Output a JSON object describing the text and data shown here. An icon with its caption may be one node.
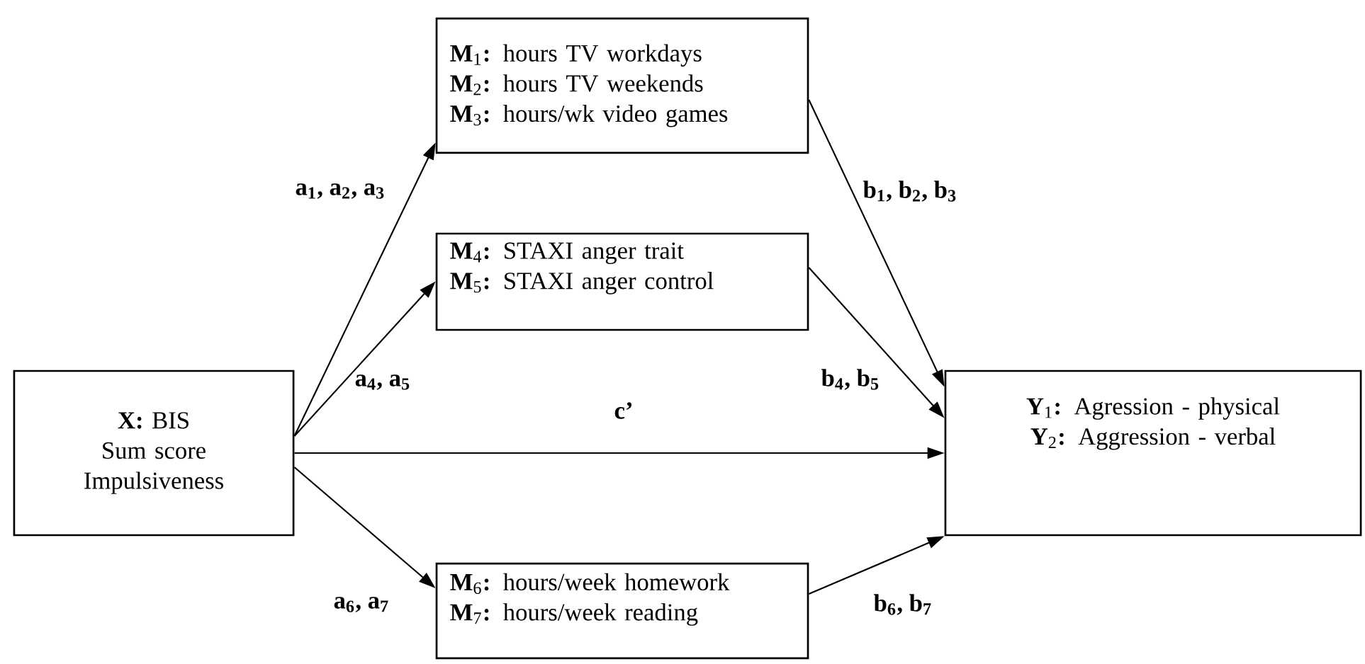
{
  "diagram": {
    "nodes": [
      {
        "text": [
          "**X:** BIS",
          "Sum score Impulsiveness"
        ]
      },
      {
        "text": [
          "**M**$_{1}$**:** hours TV workdays",
          "**M**$_{2}$**:** hours TV weekends",
          "**M**$_{3}$**:** hours/wk video games"
        ]
      },
      {
        "text": [
          "**M**$_{4}$**:** STAXI anger trait",
          "**M**$_{5}$**:** STAXI anger control"
        ]
      },
      {
        "text": [
          "**M**$_{6}$**:** hours/week homework",
          "**M**$_{7}$**:** hours/week reading"
        ]
      },
      {
        "text": [
          "**Y**$_{1}$**:** Agression - physical",
          "**Y**$_{2}$**:** Aggression - verbal"
        ]
      }
    ],
    "edges": [
      {
        "from": 0,
        "to": 1,
        "arrow": "to",
        "label": "a$_{1}$, a$_{2}$, a$_{3}$"
      },
      {
        "from": 0,
        "to": 2,
        "arrow": "to",
        "label": "a$_{4}$, a$_{5}$"
      },
      {
        "from": 0,
        "to": 4,
        "arrow": "to",
        "label": "c’"
      },
      {
        "from": 0,
        "to": 3,
        "arrow": "to",
        "label": "a$_{6}$, a$_{7}$"
      },
      {
        "from": 1,
        "to": 4,
        "arrow": "to",
        "label": "b$_{1}$, b$_{2}$, b$_{3}$"
      },
      {
        "from": 2,
        "to": 4,
        "arrow": "to",
        "label": "b$_{4}$, b$_{5}$"
      },
      {
        "from": 3,
        "to": 4,
        "arrow": "to",
        "label": "b$_{6}$, b$_{7}$"
      }
    ]
  }
}
